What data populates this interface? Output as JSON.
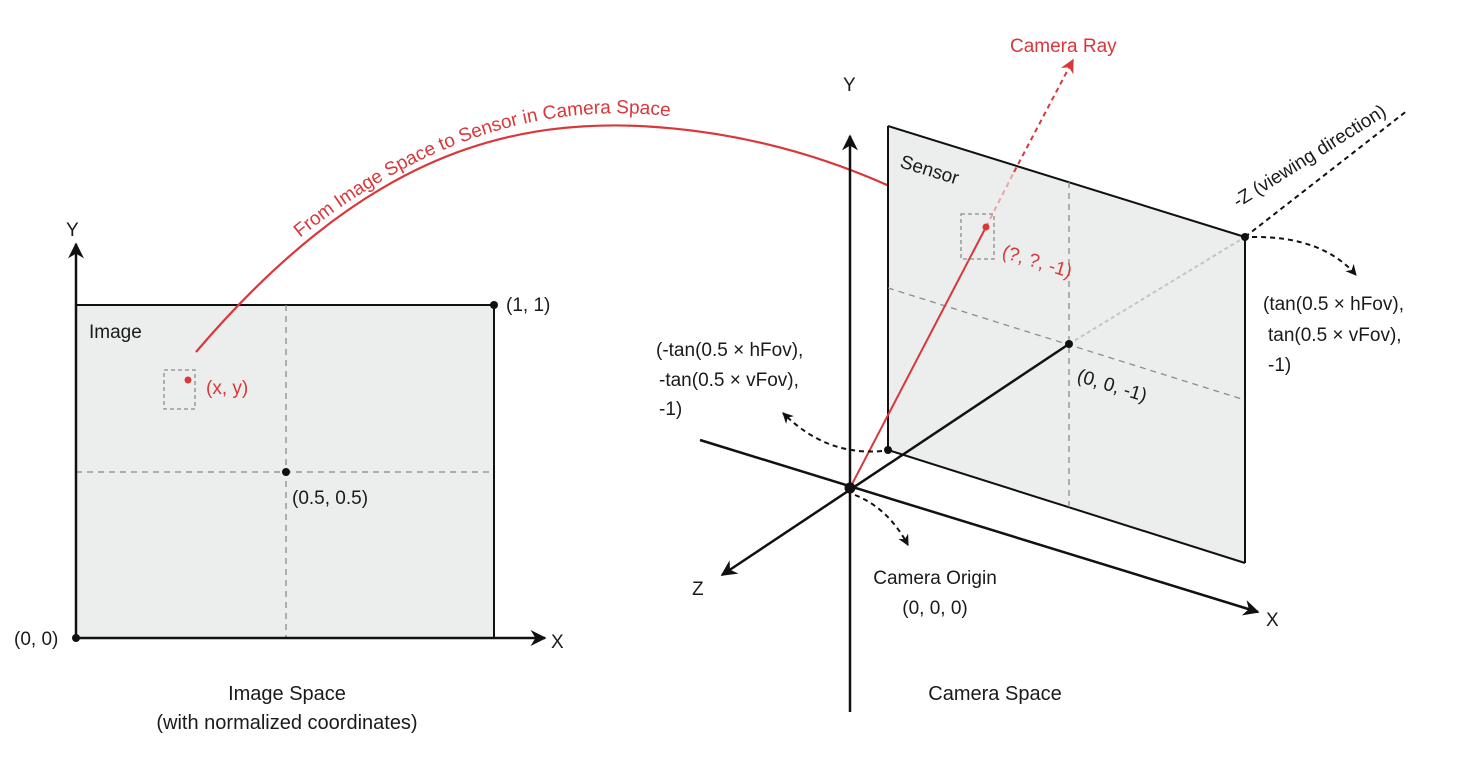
{
  "colors": {
    "accent_red": "#d9373a",
    "plane_fill": "#eceeee",
    "line": "#111111",
    "dash": "#8c8c8c"
  },
  "image_space": {
    "title": "Image Space",
    "subtitle": "(with normalized coordinates)",
    "plane_label": "Image",
    "axis_x": "X",
    "axis_y": "Y",
    "pt_origin": "(0, 0)",
    "pt_corner": "(1, 1)",
    "pt_center": "(0.5, 0.5)",
    "pt_sample": "(x, y)"
  },
  "transform_label": "From Image Space to Sensor in Camera Space",
  "camera_space": {
    "title": "Camera Space",
    "axis_x": "X",
    "axis_y": "Y",
    "axis_z": "Z",
    "neg_z": "-Z (viewing direction)",
    "sensor_label": "Sensor",
    "ray_label": "Camera Ray",
    "origin_label": "Camera Origin",
    "origin_coord": "(0, 0, 0)",
    "sensor_center": "(0, 0, -1)",
    "sensor_point": "(?, ?, -1)",
    "bottom_left": [
      "(-tan(0.5 × hFov),",
      "-tan(0.5 × vFov),",
      "-1)"
    ],
    "top_right": [
      "(tan(0.5 × hFov),",
      "tan(0.5 × vFov),",
      "-1)"
    ]
  }
}
